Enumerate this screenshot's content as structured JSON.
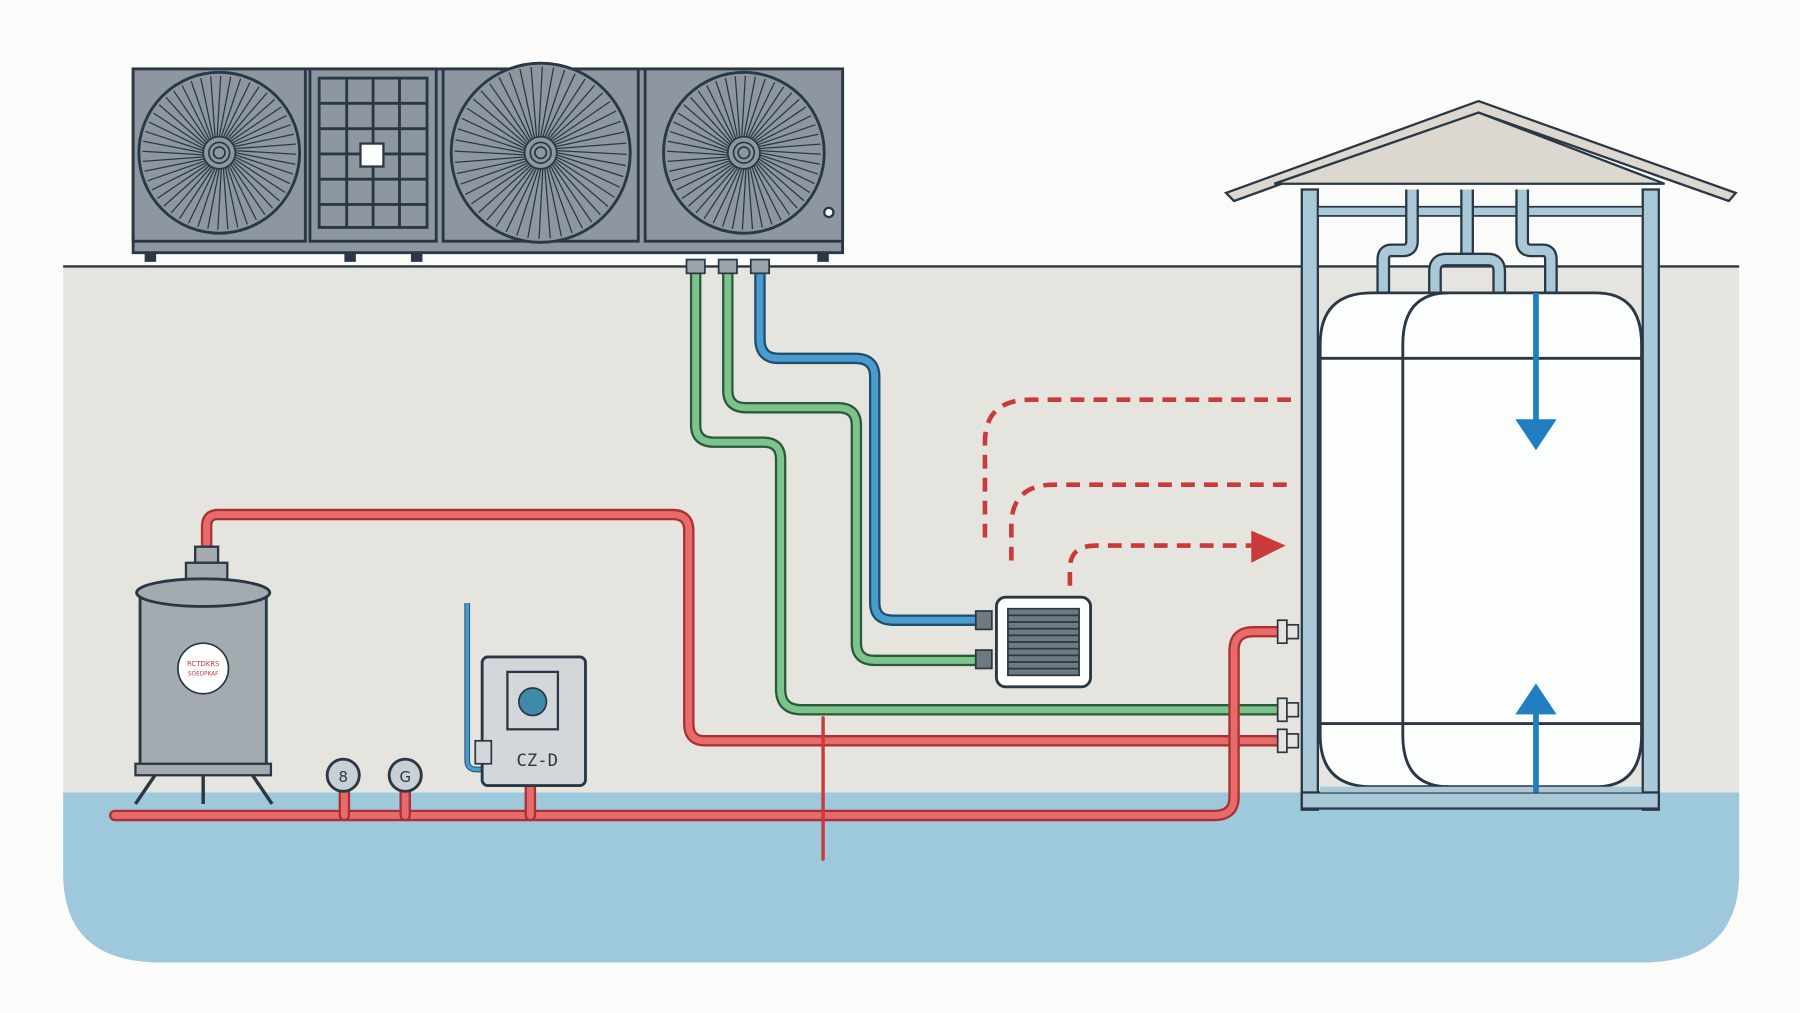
{
  "diagram": {
    "title": "Heat pump hot water system",
    "colors": {
      "background": "#fbfbf9",
      "wall": "#e6e4de",
      "floor": "#9ec8dc",
      "outline": "#2a3845",
      "unit_body": "#8e979f",
      "hot_pipe": "#e05a5a",
      "green_pipe": "#7cc48a",
      "blue_pipe": "#4a9cce",
      "flow_arrow": "#c93a3a",
      "tank_arrow": "#1f7fc0",
      "frame": "#a9c8d8",
      "roof": "#dcd8d0"
    },
    "components": {
      "outdoor_unit": {
        "fans": 3,
        "grille": true,
        "label": ""
      },
      "pressure_tank": {
        "label_line1": "RCTDKRS",
        "label_line2": "SOEDPKAF"
      },
      "gauges": [
        {
          "glyph": "8"
        },
        {
          "glyph": "G"
        }
      ],
      "controller": {
        "label": "CZ-D"
      },
      "heat_exchanger": {
        "fins": 9
      },
      "storage_tank": {
        "arrows": [
          "down",
          "up"
        ]
      }
    }
  }
}
